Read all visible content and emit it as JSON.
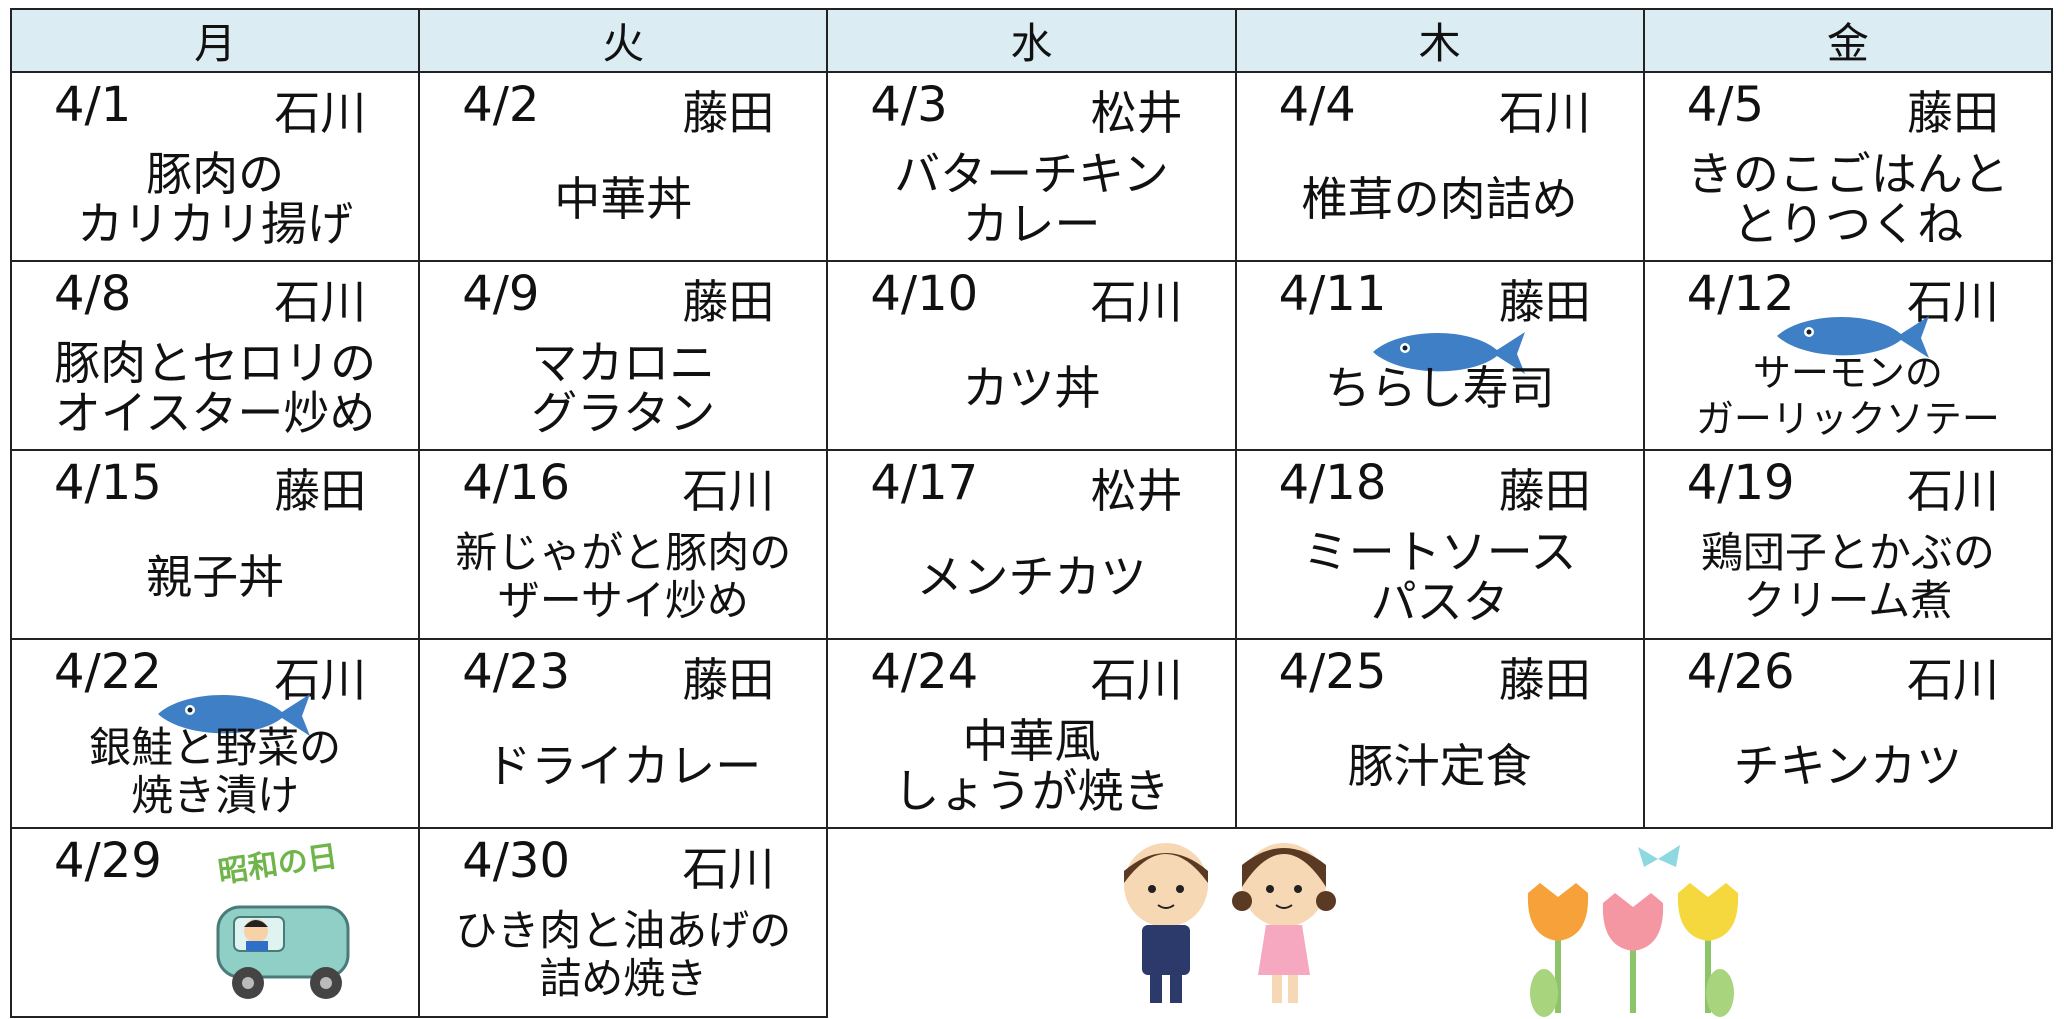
{
  "weekdays": [
    "月",
    "火",
    "水",
    "木",
    "金"
  ],
  "weeks": [
    [
      {
        "date": "4/1",
        "name": "石川",
        "dish": [
          "豚肉の",
          "カリカリ揚げ"
        ]
      },
      {
        "date": "4/2",
        "name": "藤田",
        "dish": [
          "中華丼"
        ]
      },
      {
        "date": "4/3",
        "name": "松井",
        "dish": [
          "バターチキン",
          "カレー"
        ]
      },
      {
        "date": "4/4",
        "name": "石川",
        "dish": [
          "椎茸の肉詰め"
        ]
      },
      {
        "date": "4/5",
        "name": "藤田",
        "dish": [
          "きのこごはんと",
          "とりつくね"
        ]
      }
    ],
    [
      {
        "date": "4/8",
        "name": "石川",
        "dish": [
          "豚肉とセロリの",
          "オイスター炒め"
        ]
      },
      {
        "date": "4/9",
        "name": "藤田",
        "dish": [
          "マカロニ",
          "グラタン"
        ]
      },
      {
        "date": "4/10",
        "name": "石川",
        "dish": [
          "カツ丼"
        ]
      },
      {
        "date": "4/11",
        "name": "藤田",
        "dish": [
          "ちらし寿司"
        ]
      },
      {
        "date": "4/12",
        "name": "石川",
        "dish": [
          "サーモンの",
          "ガーリックソテー"
        ]
      }
    ],
    [
      {
        "date": "4/15",
        "name": "藤田",
        "dish": [
          "親子丼"
        ]
      },
      {
        "date": "4/16",
        "name": "石川",
        "dish": [
          "新じゃがと豚肉の",
          "ザーサイ炒め"
        ]
      },
      {
        "date": "4/17",
        "name": "松井",
        "dish": [
          "メンチカツ"
        ]
      },
      {
        "date": "4/18",
        "name": "藤田",
        "dish": [
          "ミートソース",
          "パスタ"
        ]
      },
      {
        "date": "4/19",
        "name": "石川",
        "dish": [
          "鶏団子とかぶの",
          "クリーム煮"
        ]
      }
    ],
    [
      {
        "date": "4/22",
        "name": "石川",
        "dish": [
          "銀鮭と野菜の",
          "焼き漬け"
        ]
      },
      {
        "date": "4/23",
        "name": "藤田",
        "dish": [
          "ドライカレー"
        ]
      },
      {
        "date": "4/24",
        "name": "石川",
        "dish": [
          "中華風",
          "しょうが焼き"
        ]
      },
      {
        "date": "4/25",
        "name": "藤田",
        "dish": [
          "豚汁定食"
        ]
      },
      {
        "date": "4/26",
        "name": "石川",
        "dish": [
          "チキンカツ"
        ]
      }
    ],
    [
      {
        "date": "4/29",
        "holiday": "昭和の日"
      },
      {
        "date": "4/30",
        "name": "石川",
        "dish": [
          "ひき肉と油あげの",
          "詰め焼き"
        ]
      }
    ]
  ],
  "colors": {
    "header_bg": "#dcecf3",
    "fish": "#3f7fc6",
    "car": "#8fcfc6",
    "holiday_text": "#6fb54a",
    "tulip_orange": "#f7a13a",
    "tulip_pink": "#f497a3",
    "tulip_yellow": "#f5d83d",
    "butterfly": "#8ed8e0"
  },
  "icons": [
    "fish-icon",
    "holiday-car-illustration",
    "school-children-illustration",
    "tulips-illustration"
  ]
}
